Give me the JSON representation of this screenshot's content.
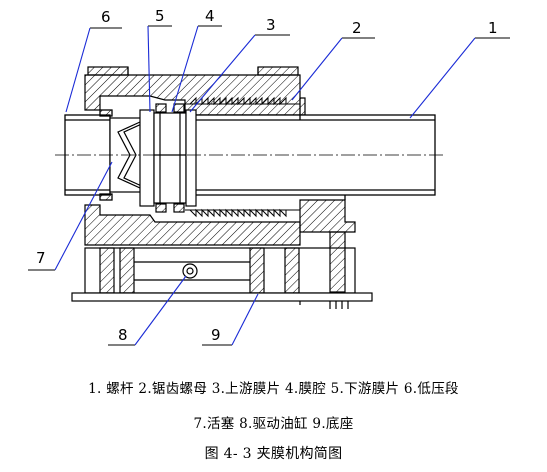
{
  "callouts": [
    {
      "id": "1",
      "label": "1"
    },
    {
      "id": "2",
      "label": "2"
    },
    {
      "id": "3",
      "label": "3"
    },
    {
      "id": "4",
      "label": "4"
    },
    {
      "id": "5",
      "label": "5"
    },
    {
      "id": "6",
      "label": "6"
    },
    {
      "id": "7",
      "label": "7"
    },
    {
      "id": "8",
      "label": "8"
    },
    {
      "id": "9",
      "label": "9"
    }
  ],
  "legend_line1": "1. 螺杆 2.锯齿螺母 3.上游膜片 4.膜腔 5.下游膜片 6.低压段",
  "legend_line2": "7.活塞 8.驱动油缸 9.底座",
  "figure_title": "图 4- 3   夹膜机构简图",
  "colors": {
    "leader": "#1a2bd6",
    "stroke": "#000000",
    "hatch": "#000000"
  }
}
